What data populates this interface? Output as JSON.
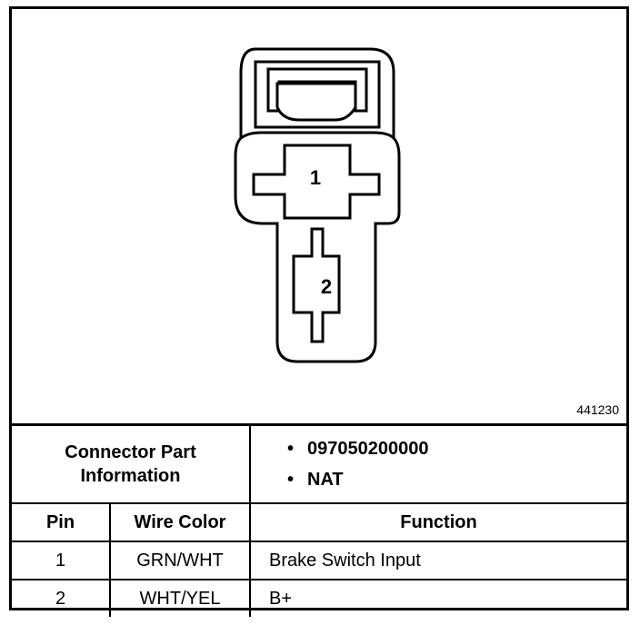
{
  "diagram": {
    "figure_number": "441230",
    "cavity_labels": [
      "1",
      "2"
    ]
  },
  "connector_info": {
    "label": "Connector Part Information",
    "values": [
      "097050200000",
      "NAT"
    ]
  },
  "table": {
    "headers": [
      "Pin",
      "Wire Color",
      "Function"
    ],
    "rows": [
      [
        "1",
        "GRN/WHT",
        "Brake Switch Input"
      ],
      [
        "2",
        "WHT/YEL",
        "B+"
      ]
    ]
  }
}
